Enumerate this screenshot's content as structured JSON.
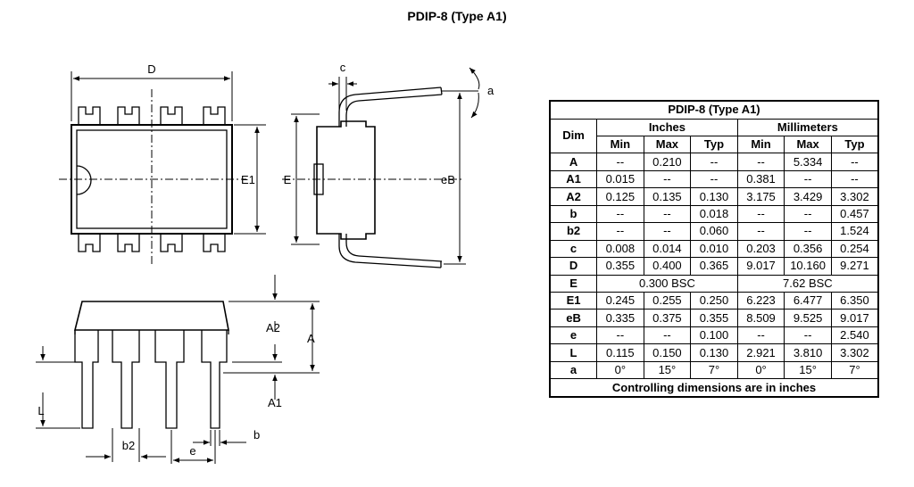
{
  "page_title": "PDIP-8 (Type A1)",
  "drawing_labels": {
    "D": "D",
    "E1": "E1",
    "E": "E",
    "c": "c",
    "a": "a",
    "eB": "eB",
    "A2": "A2",
    "A": "A",
    "A1": "A1",
    "L": "L",
    "b2": "b2",
    "b": "b",
    "e": "e"
  },
  "table": {
    "title": "PDIP-8  (Type A1)",
    "dim_header": "Dim",
    "inches_header": "Inches",
    "mm_header": "Millimeters",
    "sub_headers": [
      "Min",
      "Max",
      "Typ",
      "Min",
      "Max",
      "Typ"
    ],
    "rows": [
      {
        "dim": "A",
        "cells": [
          "--",
          "0.210",
          "--",
          "--",
          "5.334",
          "--"
        ]
      },
      {
        "dim": "A1",
        "cells": [
          "0.015",
          "--",
          "--",
          "0.381",
          "--",
          "--"
        ]
      },
      {
        "dim": "A2",
        "cells": [
          "0.125",
          "0.135",
          "0.130",
          "3.175",
          "3.429",
          "3.302"
        ]
      },
      {
        "dim": "b",
        "cells": [
          "--",
          "--",
          "0.018",
          "--",
          "--",
          "0.457"
        ]
      },
      {
        "dim": "b2",
        "cells": [
          "--",
          "--",
          "0.060",
          "--",
          "--",
          "1.524"
        ]
      },
      {
        "dim": "c",
        "cells": [
          "0.008",
          "0.014",
          "0.010",
          "0.203",
          "0.356",
          "0.254"
        ]
      },
      {
        "dim": "D",
        "cells": [
          "0.355",
          "0.400",
          "0.365",
          "9.017",
          "10.160",
          "9.271"
        ]
      },
      {
        "dim": "E",
        "span_inches": "0.300 BSC",
        "span_mm": "7.62 BSC"
      },
      {
        "dim": "E1",
        "cells": [
          "0.245",
          "0.255",
          "0.250",
          "6.223",
          "6.477",
          "6.350"
        ]
      },
      {
        "dim": "eB",
        "cells": [
          "0.335",
          "0.375",
          "0.355",
          "8.509",
          "9.525",
          "9.017"
        ]
      },
      {
        "dim": "e",
        "cells": [
          "--",
          "--",
          "0.100",
          "--",
          "--",
          "2.540"
        ]
      },
      {
        "dim": "L",
        "cells": [
          "0.115",
          "0.150",
          "0.130",
          "2.921",
          "3.810",
          "3.302"
        ]
      },
      {
        "dim": "a",
        "cells": [
          "0°",
          "15°",
          "7°",
          "0°",
          "15°",
          "7°"
        ]
      }
    ],
    "footer": "Controlling dimensions are in inches"
  }
}
